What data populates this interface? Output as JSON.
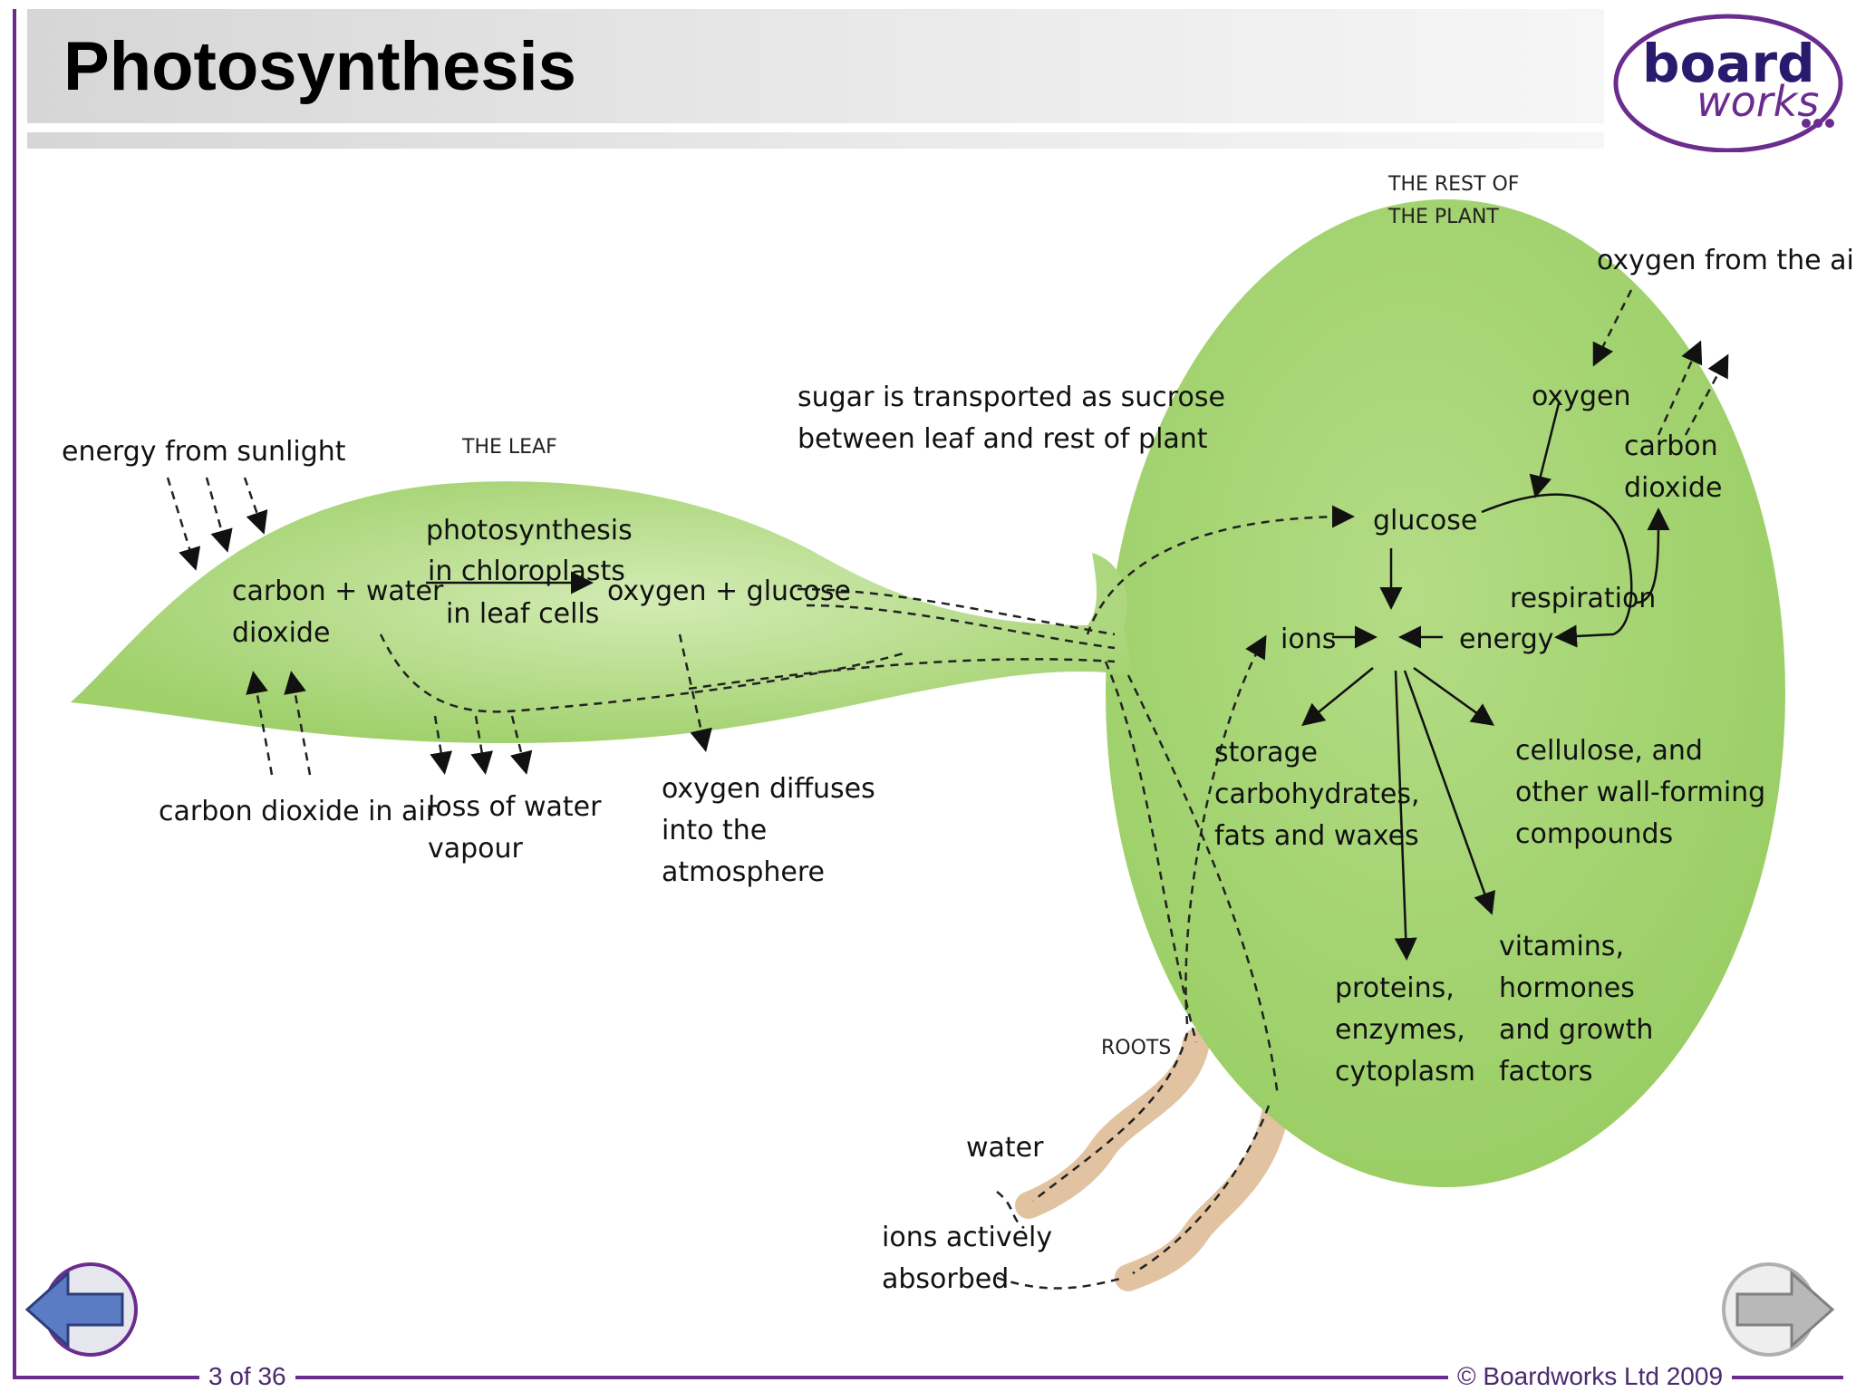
{
  "title": "Photosynthesis",
  "logo": {
    "line1": "board",
    "line2": "works"
  },
  "diagram": {
    "leaf_heading": "THE LEAF",
    "plant_heading_1": "THE REST OF",
    "plant_heading_2": "THE PLANT",
    "roots_heading": "ROOTS",
    "energy_from_sunlight": "energy from sunlight",
    "carbon_water": "carbon + water",
    "dioxide": "dioxide",
    "photo_1": "photosynthesis",
    "photo_2": "in chloroplasts",
    "photo_3": "in leaf cells",
    "oxygen_glucose": "oxygen + glucose",
    "co2_in_air": "carbon dioxide in air",
    "loss_water_1": "loss of water",
    "loss_water_2": "vapour",
    "oxygen_diffuses_1": "oxygen diffuses",
    "oxygen_diffuses_2": "into the",
    "oxygen_diffuses_3": "atmosphere",
    "sugar_1": "sugar is transported as sucrose",
    "sugar_2": "between leaf and rest of plant",
    "oxygen_from_air": "oxygen from the air",
    "oxygen": "oxygen",
    "carbon": "carbon",
    "dioxide_2": "dioxide",
    "glucose": "glucose",
    "respiration": "respiration",
    "ions": "ions",
    "energy": "energy",
    "storage_1": "storage",
    "storage_2": "carbohydrates,",
    "storage_3": "fats and waxes",
    "cellulose_1": "cellulose, and",
    "cellulose_2": "other wall-forming",
    "cellulose_3": "compounds",
    "proteins_1": "proteins,",
    "proteins_2": "enzymes,",
    "proteins_3": "cytoplasm",
    "vitamins_1": "vitamins,",
    "vitamins_2": "hormones",
    "vitamins_3": "and growth",
    "vitamins_4": "factors",
    "water": "water",
    "ions_abs_1": "ions actively",
    "ions_abs_2": "absorbed"
  },
  "footer": {
    "page": "3 of 36",
    "copyright": "© Boardworks Ltd 2009"
  },
  "colors": {
    "accent": "#6b2c8f",
    "leaf": "#a8d67a",
    "root": "#e8c9a8"
  }
}
